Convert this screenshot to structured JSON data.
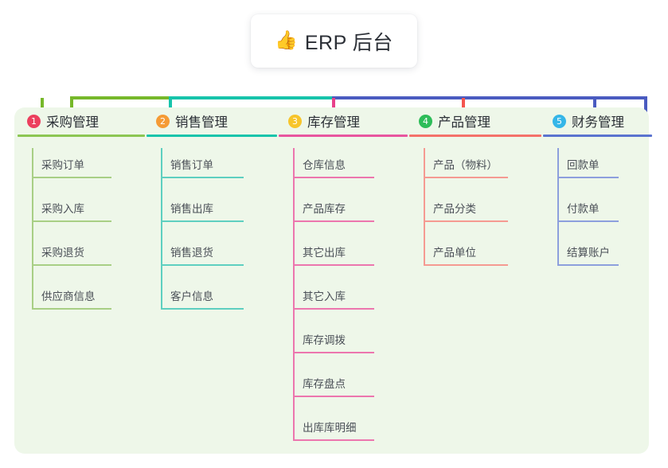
{
  "title_card": {
    "icon": "thumbs-up-icon",
    "emoji": "👍",
    "text": "ERP 后台"
  },
  "colors": {
    "panel_background": "#eef7e9",
    "stem": "#4a5bc0",
    "bus_green": "#76b82a",
    "bus_teal": "#17c4ab",
    "bus_blue": "#4a5bc0",
    "drop_green": "#76b82a",
    "drop_teal": "#17c4ab",
    "drop_pink": "#e8408a",
    "drop_red": "#f4554f",
    "drop_blue": "#4a5bc0"
  },
  "columns": [
    {
      "id": "purchase",
      "number": "1",
      "title": "采购管理",
      "badge_color": "#ec3f5e",
      "rule_color": "#8cc653",
      "line_color": "#a8cf85",
      "items": [
        "采购订单",
        "采购入库",
        "采购退货",
        "供应商信息"
      ]
    },
    {
      "id": "sales",
      "number": "2",
      "title": "销售管理",
      "badge_color": "#f59b35",
      "rule_color": "#17c4ab",
      "line_color": "#5ecfc0",
      "items": [
        "销售订单",
        "销售出库",
        "销售退货",
        "客户信息"
      ]
    },
    {
      "id": "inventory",
      "number": "3",
      "title": "库存管理",
      "badge_color": "#f7c52b",
      "rule_color": "#e8559f",
      "line_color": "#ec76ae",
      "items": [
        "仓库信息",
        "产品库存",
        "其它出库",
        "其它入库",
        "库存调拨",
        "库存盘点",
        "出库库明细"
      ]
    },
    {
      "id": "product",
      "number": "4",
      "title": "产品管理",
      "badge_color": "#2ebd59",
      "rule_color": "#f4716a",
      "line_color": "#f59a92",
      "items": [
        "产品（物料）",
        "产品分类",
        "产品单位"
      ]
    },
    {
      "id": "finance",
      "number": "5",
      "title": "财务管理",
      "badge_color": "#35b6e8",
      "rule_color": "#5a73cf",
      "line_color": "#8d9fdd",
      "items": [
        "回款单",
        "付款单",
        "结算账户"
      ]
    }
  ]
}
